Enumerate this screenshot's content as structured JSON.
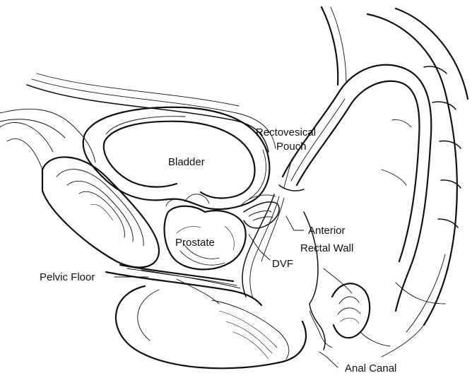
{
  "labels": {
    "bladder": "Bladder",
    "rectovesical_line1": "Rectovesical",
    "rectovesical_line2": "Pouch",
    "prostate": "Prostate",
    "anterior_line1": "Anterior",
    "anterior_line2": "Rectal Wall",
    "dvf": "DVF",
    "pelvic_floor": "Pelvic Floor",
    "anal_canal": "Anal Canal"
  }
}
